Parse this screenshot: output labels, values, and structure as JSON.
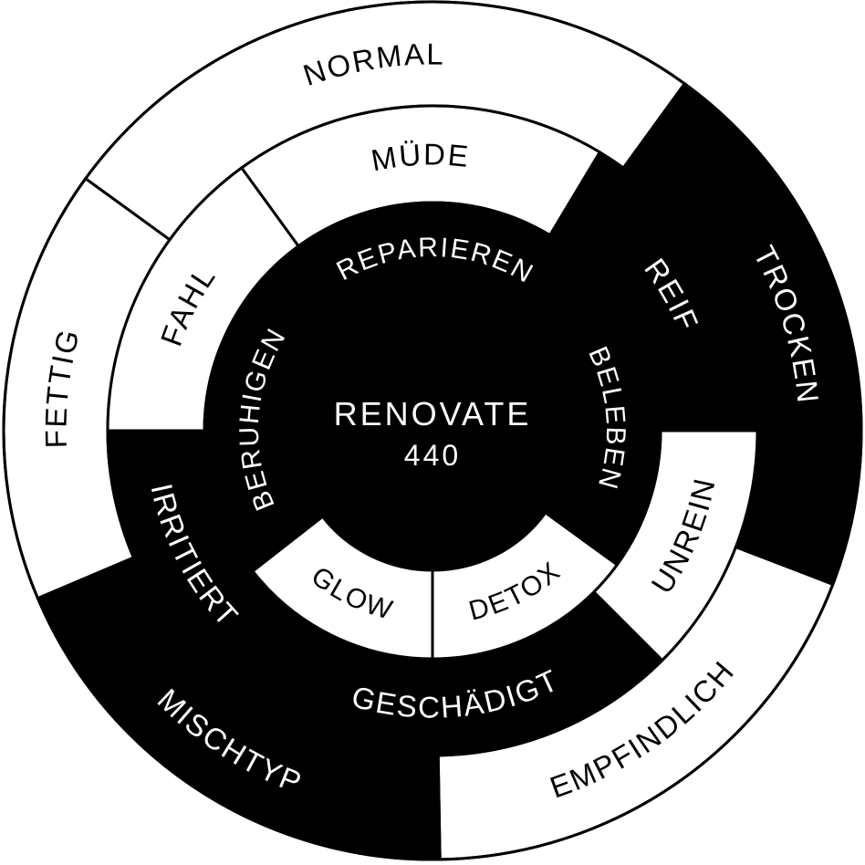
{
  "center": {
    "title": "RENOVATE",
    "subtitle": "440",
    "fill": "#000000",
    "text_color": "#ffffff"
  },
  "rings": [
    {
      "id": "outer",
      "segments": [
        {
          "label": "NORMAL",
          "fill": "#ffffff"
        },
        {
          "label": "TROCKEN",
          "fill": "#000000"
        },
        {
          "label": "EMPFINDLICH",
          "fill": "#ffffff"
        },
        {
          "label": "MISCHTYP",
          "fill": "#000000"
        },
        {
          "label": "FETTIG",
          "fill": "#ffffff"
        }
      ]
    },
    {
      "id": "middle",
      "segments": [
        {
          "label": "MÜDE",
          "fill": "#ffffff"
        },
        {
          "label": "REIF",
          "fill": "#000000"
        },
        {
          "label": "UNREIN",
          "fill": "#ffffff"
        },
        {
          "label": "GESCHÄDIGT",
          "fill": "#000000"
        },
        {
          "label": "IRRITIERT",
          "fill": "#000000"
        },
        {
          "label": "FAHL",
          "fill": "#ffffff"
        }
      ]
    },
    {
      "id": "inner",
      "segments": [
        {
          "label": "REPARIEREN",
          "fill": "#000000"
        },
        {
          "label": "BELEBEN",
          "fill": "#000000"
        },
        {
          "label": "DETOX",
          "fill": "#ffffff"
        },
        {
          "label": "GLOW",
          "fill": "#ffffff"
        },
        {
          "label": "BERUHIGEN",
          "fill": "#000000"
        }
      ]
    }
  ]
}
